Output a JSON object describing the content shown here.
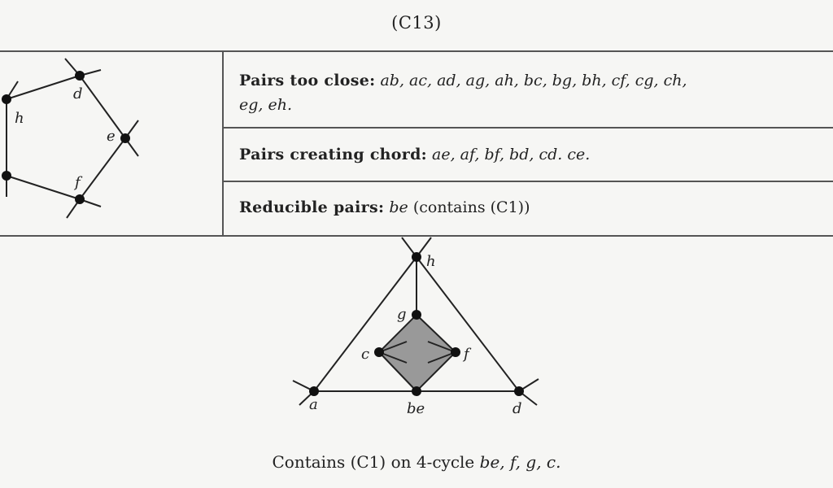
{
  "case_label": "(C13)",
  "table": {
    "rows": [
      {
        "heading": "Pairs too close:",
        "items": "ab, ac, ad, ag, ah, bc, bg, bh, cf, cg, ch,",
        "items_cont": "eg, eh."
      },
      {
        "heading": "Pairs creating chord:",
        "items": "ae, af, bf, bd, cd. ce."
      },
      {
        "heading": "Reducible pairs:",
        "items_italic": "be",
        "items": " (contains (C1))"
      }
    ]
  },
  "left_figure": {
    "vertex_labels": [
      "h",
      "d",
      "e",
      "f"
    ]
  },
  "bottom_figure": {
    "vertex_labels": [
      "h",
      "g",
      "c",
      "f",
      "a",
      "be",
      "d"
    ]
  },
  "caption": {
    "prefix": "Contains (C1) on 4-cycle ",
    "cycle": "be, f, g, c."
  }
}
